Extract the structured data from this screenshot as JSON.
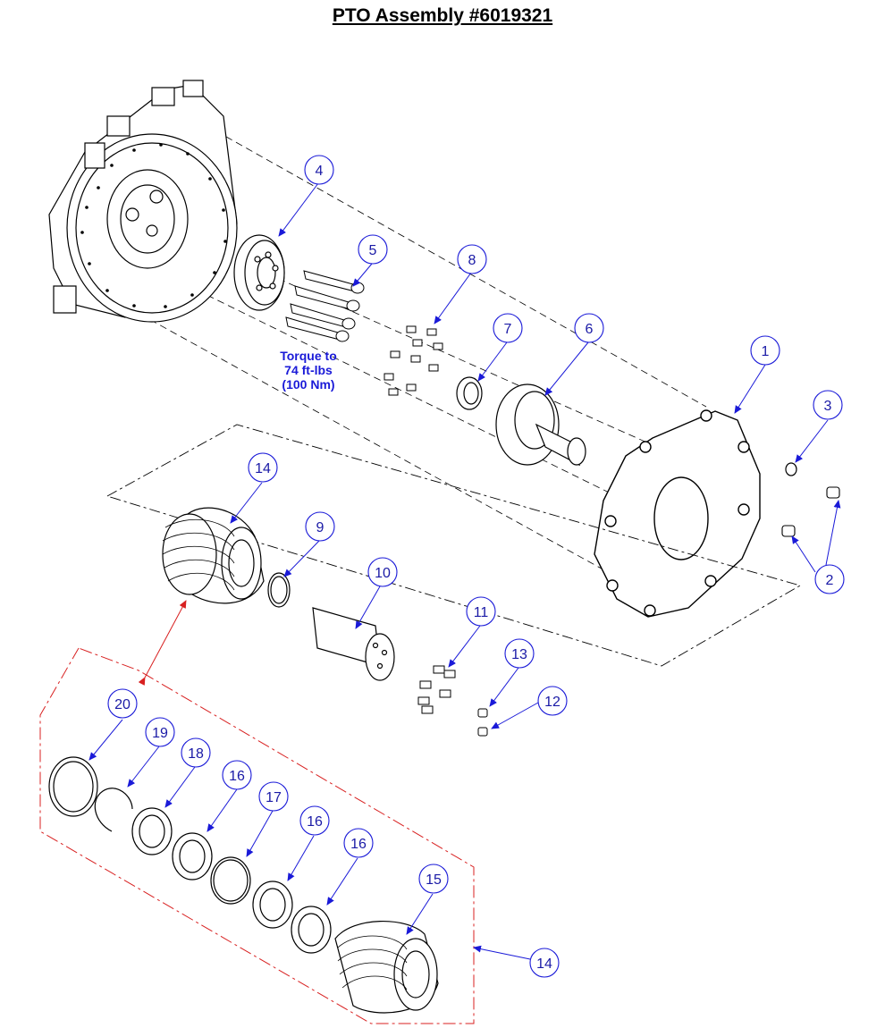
{
  "title": "PTO Assembly #6019321",
  "torque_note": [
    "Torque to",
    "74 ft-lbs",
    "(100 Nm)"
  ],
  "colors": {
    "callout": "#1a1ad8",
    "kit_boundary": "#d82020",
    "outline": "#000000"
  },
  "callouts": [
    "1",
    "2",
    "3",
    "4",
    "5",
    "6",
    "7",
    "8",
    "9",
    "10",
    "11",
    "12",
    "13",
    "14",
    "15",
    "16",
    "16",
    "16",
    "17",
    "18",
    "19",
    "20",
    "14"
  ]
}
